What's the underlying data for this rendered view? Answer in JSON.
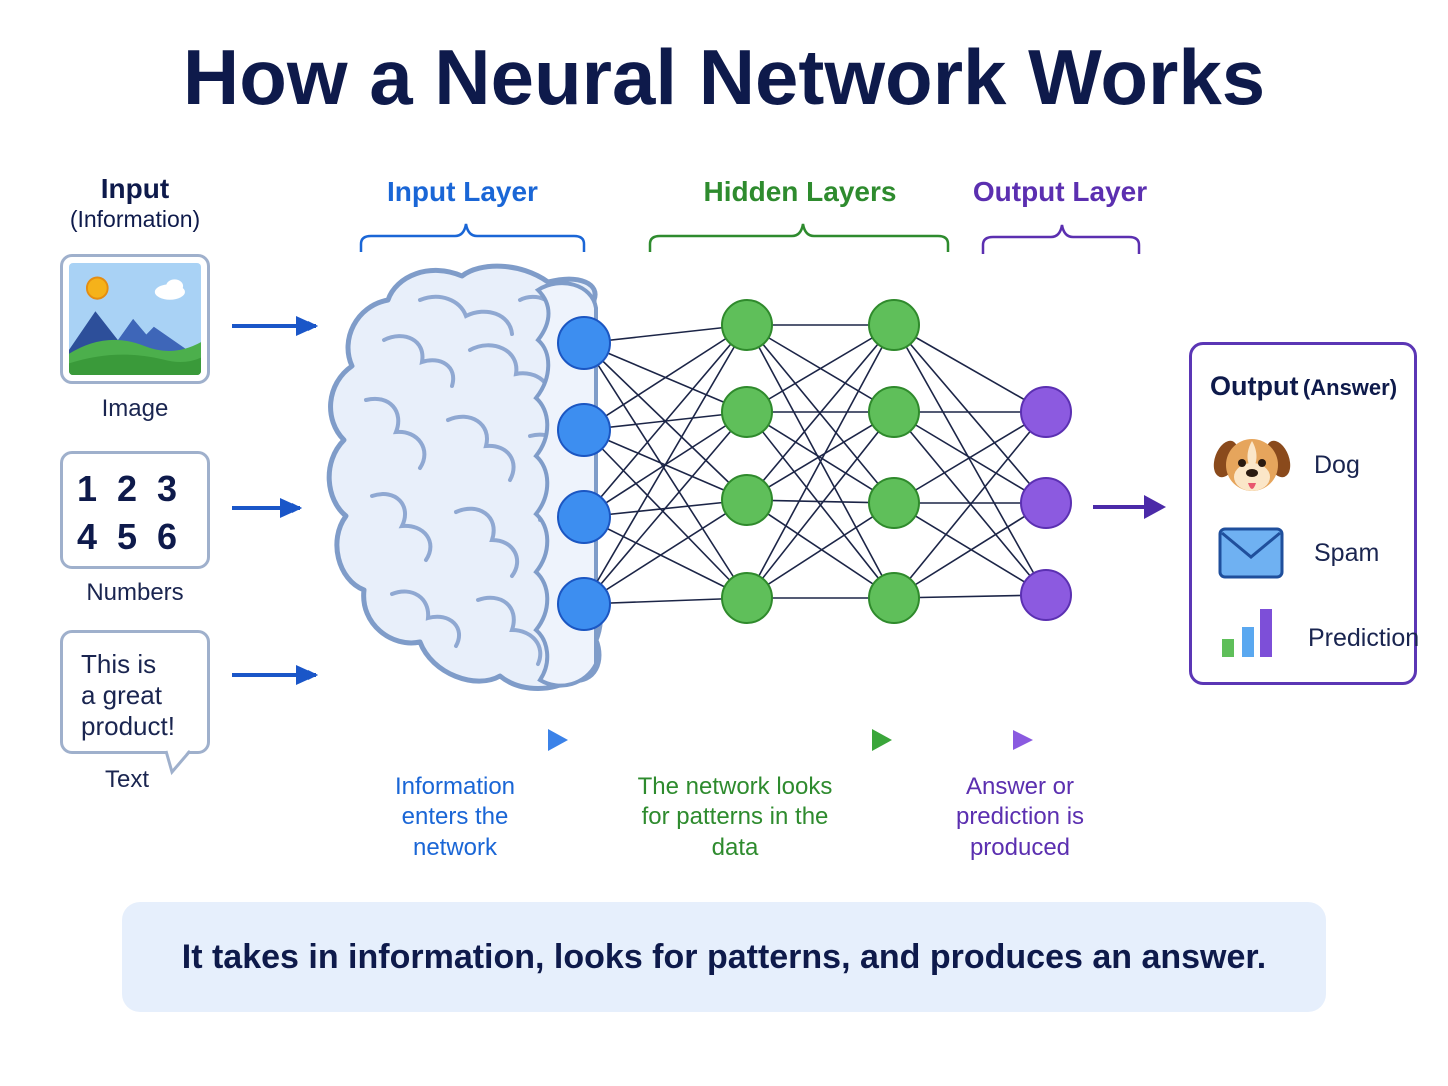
{
  "title": "How a Neural Network Works",
  "inputs": {
    "heading": "Input",
    "subheading": "(Information)",
    "image_label": "Image",
    "numbers": [
      "1",
      "2",
      "3",
      "4",
      "5",
      "6"
    ],
    "numbers_label": "Numbers",
    "text_lines": [
      "This is",
      "a great",
      "product!"
    ],
    "text_label": "Text"
  },
  "layers": {
    "input": "Input Layer",
    "hidden": "Hidden Layers",
    "output": "Output Layer"
  },
  "captions": {
    "input": [
      "Information",
      "enters the",
      "network"
    ],
    "hidden": [
      "The network looks",
      "for patterns in the",
      "data"
    ],
    "output": [
      "Answer or",
      "prediction is",
      "produced"
    ]
  },
  "output": {
    "heading": "Output",
    "subheading": "(Answer)",
    "items": [
      {
        "label": "Dog",
        "icon": "dog-icon"
      },
      {
        "label": "Spam",
        "icon": "envelope-icon"
      },
      {
        "label": "Prediction",
        "icon": "bar-chart-icon"
      }
    ]
  },
  "summary": "It takes in information, looks for patterns, and produces an answer.",
  "colors": {
    "input": "#1a66d6",
    "hidden": "#2e8b2e",
    "output": "#5b2fb0",
    "title": "#0e1a4b",
    "input_node": "#3d8ef0",
    "hidden_node": "#5fbf5a",
    "output_node": "#8c5ae0"
  }
}
